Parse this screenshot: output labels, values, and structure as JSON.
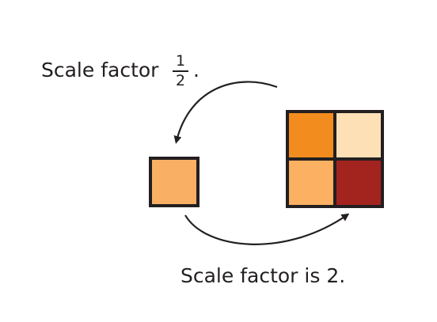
{
  "labels": {
    "top_prefix": "Scale factor",
    "top_fraction_numerator": "1",
    "top_fraction_denominator": "2",
    "top_suffix": ".",
    "bottom": "Scale factor is 2."
  },
  "colors": {
    "small_square": "#f9b064",
    "large_top_left": "#f28c1e",
    "large_top_right": "#fde0b6",
    "large_bottom_left": "#fbb062",
    "large_bottom_right": "#a3241f",
    "outline": "#231f20"
  }
}
